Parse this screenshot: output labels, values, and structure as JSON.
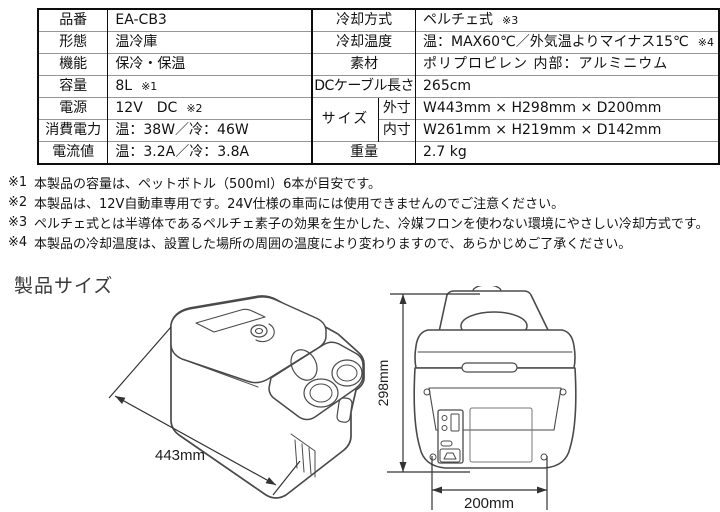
{
  "spec_table": {
    "rows": [
      {
        "l_label": "品番",
        "l_value": "EA-CB3",
        "r_label": "冷却方式",
        "r_value": "ペルチェ式",
        "r_note": "※3"
      },
      {
        "l_label": "形態",
        "l_value": "温冷庫",
        "r_label": "冷却温度",
        "r_value": "温：MAX60℃／外気温よりマイナス15℃",
        "r_note": "※4"
      },
      {
        "l_label": "機能",
        "l_value": "保冷・保温",
        "r_label": "素材",
        "r_value": "ポリプロピレン 内部：アルミニウム"
      },
      {
        "l_label": "容量",
        "l_value": "8L",
        "l_note": "※1",
        "r_label": "DCケーブル長さ",
        "r_value": "265cm"
      },
      {
        "l_label": "電源",
        "l_value": "12V　DC",
        "l_note": "※2",
        "r_label": "サイズ",
        "r_sub": "外寸",
        "r_value": "W443mm × H298mm × D200mm"
      },
      {
        "l_label": "消費電力",
        "l_value": "温：38W／冷：46W",
        "r_sub": "内寸",
        "r_value": "W261mm × H219mm × D142mm"
      },
      {
        "l_label": "電流値",
        "l_value": "温：3.2A／冷：3.8A",
        "r_label": "重量",
        "r_value": "2.7 kg"
      }
    ]
  },
  "notes": [
    {
      "mark": "※1",
      "text": "本製品の容量は、ペットボトル（500ml）6本が目安です。"
    },
    {
      "mark": "※2",
      "text": "本製品は、12V自動車専用です。24V仕様の車両には使用できませんのでご注意ください。"
    },
    {
      "mark": "※3",
      "text": "ペルチェ式とは半導体であるペルチェ素子の効果を生かした、冷媒フロンを使わない環境にやさしい冷却方式です。"
    },
    {
      "mark": "※4",
      "text": "本製品の冷却温度は、設置した場所の周囲の温度により変わりますので、あらかじめご了承ください。"
    }
  ],
  "section": {
    "title": "製品サイズ"
  },
  "dimensions": {
    "width_label": "443mm",
    "height_label": "298mm",
    "depth_label": "200mm"
  }
}
